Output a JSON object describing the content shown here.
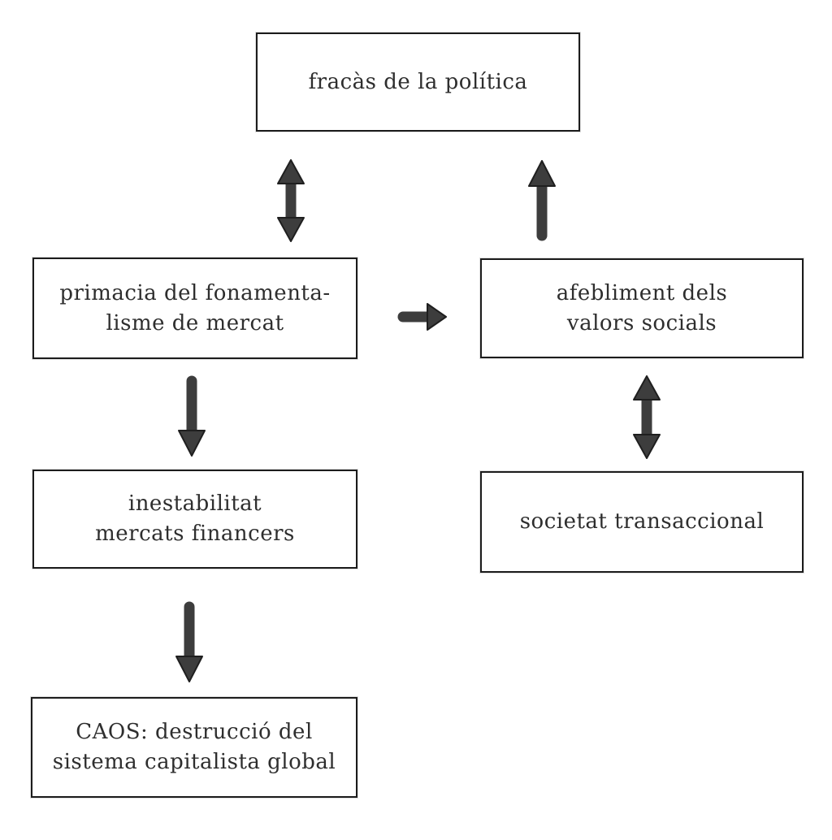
{
  "diagram": {
    "ink_color": "#3d3d3d",
    "edge_color": "#1f1f1f",
    "box_border_color": "#1c1c1c",
    "text_color": "#2e2e2e",
    "background_color": "#ffffff",
    "nodes": [
      {
        "id": "fracas-politica",
        "label": "fracàs de la política"
      },
      {
        "id": "primacia-fonamentalisme",
        "label": "primacia del fonamenta-\nlisme de mercat"
      },
      {
        "id": "afebliment-valors",
        "label": "afebliment dels\nvalors socials"
      },
      {
        "id": "inestabilitat-mercats",
        "label": "inestabilitat\nmercats financers"
      },
      {
        "id": "societat-transaccional",
        "label": "societat transaccional"
      },
      {
        "id": "caos-destruccio",
        "label": "CAOS: destrucció del\nsistema capitalista global"
      }
    ],
    "connections": [
      {
        "from": "primacia-fonamentalisme",
        "to": "fracas-politica",
        "style": "double-headed-vertical-arrow"
      },
      {
        "from": "afebliment-valors",
        "to": "fracas-politica",
        "style": "single-up-arrow"
      },
      {
        "from": "primacia-fonamentalisme",
        "to": "afebliment-valors",
        "style": "single-right-arrow"
      },
      {
        "from": "primacia-fonamentalisme",
        "to": "inestabilitat-mercats",
        "style": "single-down-arrow"
      },
      {
        "from": "afebliment-valors",
        "to": "societat-transaccional",
        "style": "double-headed-vertical-arrow"
      },
      {
        "from": "inestabilitat-mercats",
        "to": "caos-destruccio",
        "style": "single-down-arrow"
      }
    ]
  }
}
